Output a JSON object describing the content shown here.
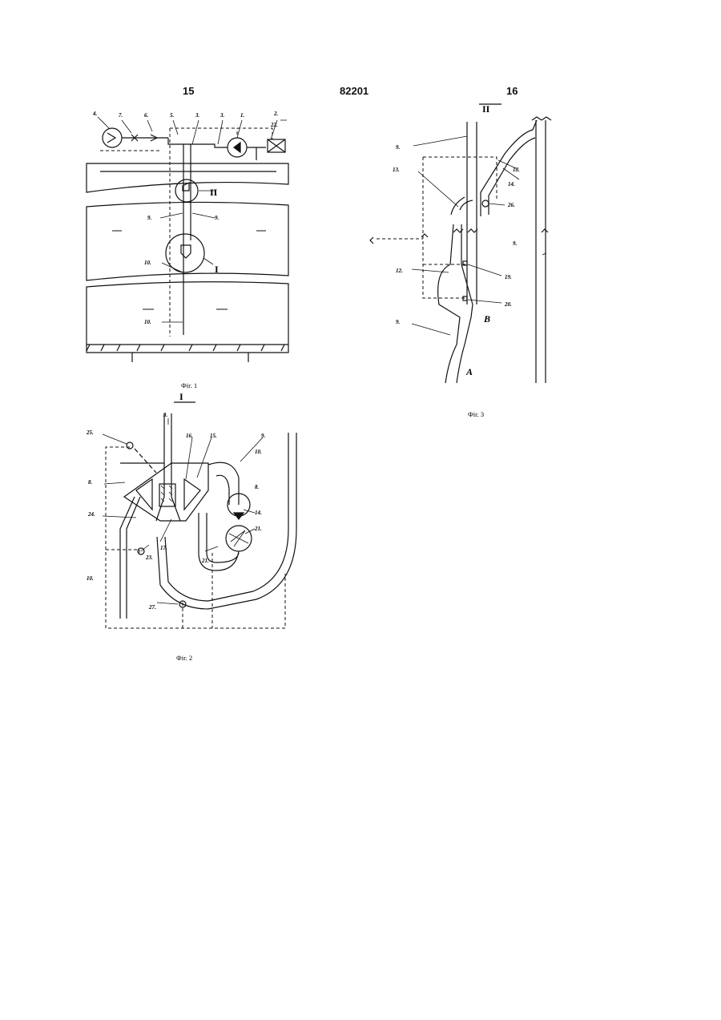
{
  "header": {
    "page_left": "15",
    "patent_number": "82201",
    "page_right": "16"
  },
  "figures": {
    "fig1": {
      "caption": "Фіг. 1",
      "labels": [
        "4.",
        "7.",
        "6.",
        "5.",
        "3.",
        "3.",
        "1.",
        "2.",
        "22.",
        "II",
        "9.",
        "9.",
        "I",
        "10.",
        "10."
      ]
    },
    "fig2": {
      "caption": "Фіг. 2",
      "roman": "I",
      "labels": [
        "25.",
        "3.",
        "16.",
        "15.",
        "9.",
        "8.",
        "10.",
        "8.",
        "24.",
        "17.",
        "14.",
        "21.",
        "23.",
        "21.",
        "10.",
        "27."
      ]
    },
    "fig3": {
      "caption": "Фіг. 3",
      "roman": "II",
      "labels": [
        "9.",
        "13.",
        "18.",
        "14.",
        "26.",
        "9.",
        "12.",
        "19.",
        "20.",
        "9.",
        "B",
        "A"
      ]
    }
  }
}
